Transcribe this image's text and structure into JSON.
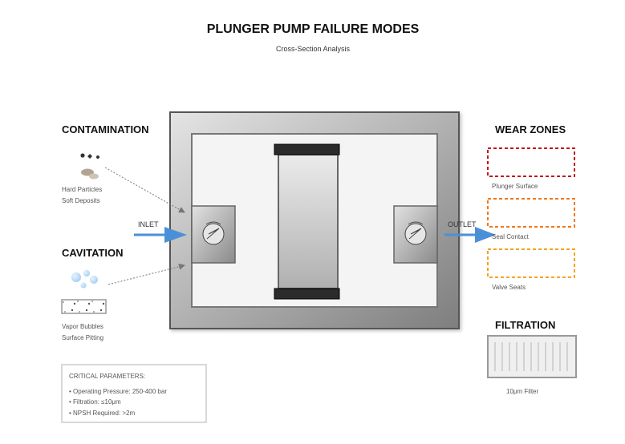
{
  "header": {
    "title": "PLUNGER PUMP FAILURE MODES",
    "subtitle": "Cross-Section Analysis"
  },
  "contamination": {
    "title": "CONTAMINATION",
    "labels": [
      "Hard Particles",
      "Soft Deposits"
    ]
  },
  "cavitation": {
    "title": "CAVITATION",
    "labels": [
      "Vapor Bubbles",
      "Surface Pitting"
    ]
  },
  "flow": {
    "inlet": "INLET",
    "outlet": "OUTLET",
    "arrow_color": "#4a90d9"
  },
  "wear_zones": {
    "title": "WEAR ZONES",
    "zones": [
      {
        "label": "Plunger Surface",
        "color": "#c0141b"
      },
      {
        "label": "Seal Contact",
        "color": "#f07818"
      },
      {
        "label": "Valve Seats",
        "color": "#f5a21c"
      }
    ]
  },
  "filtration": {
    "title": "FILTRATION",
    "label": "10μm Filter"
  },
  "parameters": {
    "title": "CRITICAL PARAMETERS:",
    "items": [
      "• Operating Pressure: 250-400 bar",
      "• Filtration: ≤10μm",
      "• NPSH Required: >2m"
    ]
  }
}
